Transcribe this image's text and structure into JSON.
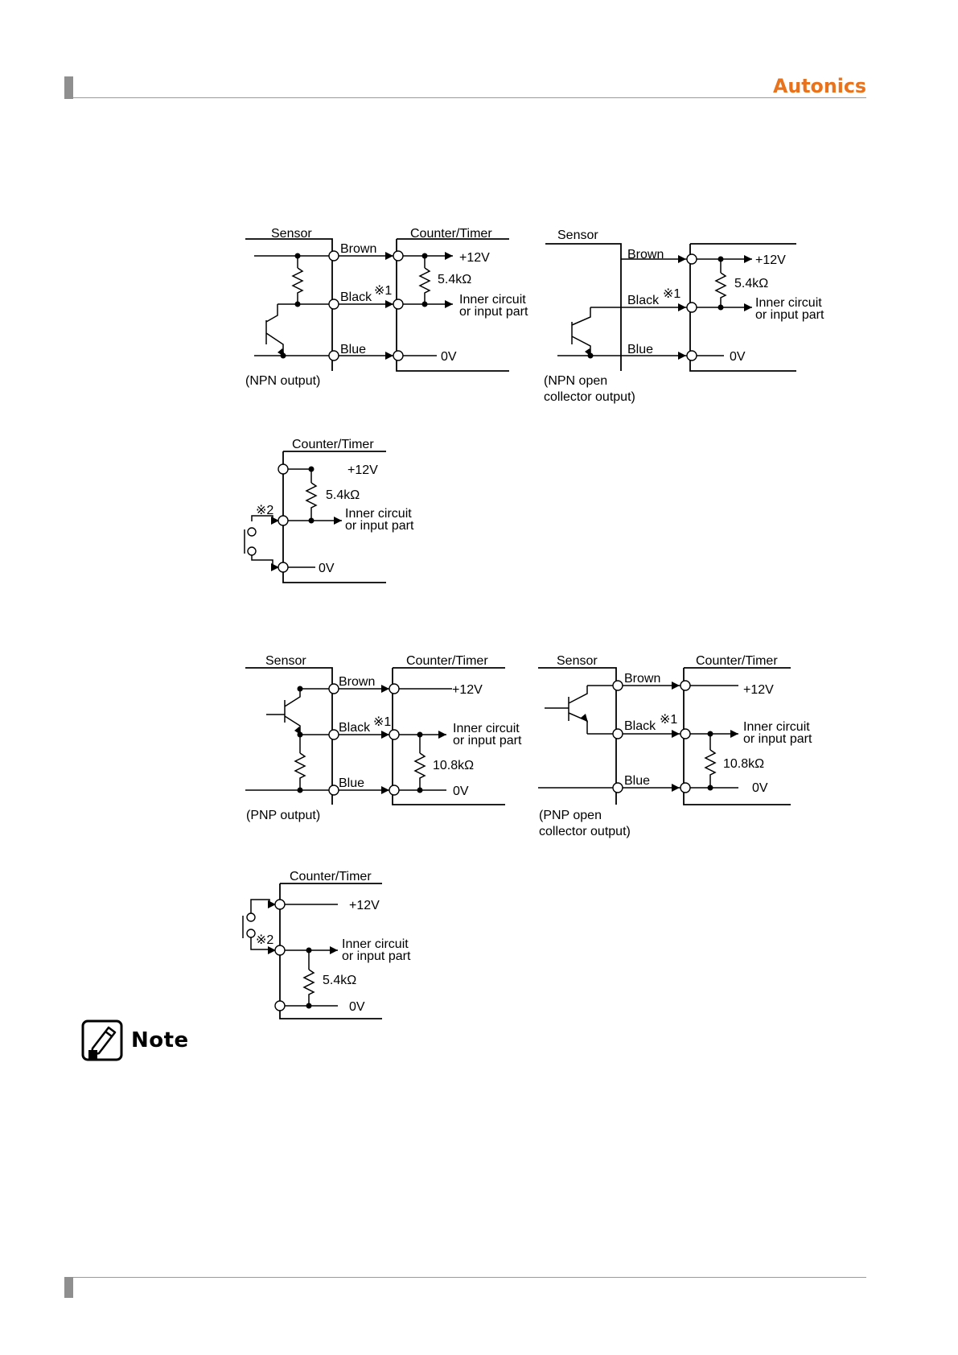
{
  "header": {
    "brand": "Autonics",
    "brand_color": "#e8731c",
    "rule_color": "#9a9a9a"
  },
  "diagrams": {
    "npn": {
      "sensor": "Sensor",
      "counter": "Counter/Timer",
      "brown": "Brown",
      "black": "Black",
      "blue": "Blue",
      "note1": "※1",
      "v12": "+12V",
      "r": "5.4kΩ",
      "inner1": "Inner circuit",
      "inner2": "or input part",
      "v0": "0V",
      "caption": "(NPN output)"
    },
    "npn_oc": {
      "sensor": "Sensor",
      "brown": "Brown",
      "black": "Black",
      "blue": "Blue",
      "note1": "※1",
      "v12": "+12V",
      "r": "5.4kΩ",
      "inner1": "Inner circuit",
      "inner2": "or input part",
      "v0": "0V",
      "caption1": "(NPN open",
      "caption2": "collector output)"
    },
    "contact_npn": {
      "counter": "Counter/Timer",
      "v12": "+12V",
      "r": "5.4kΩ",
      "note2": "※2",
      "inner1": "Inner circuit",
      "inner2": "or input part",
      "v0": "0V"
    },
    "pnp": {
      "sensor": "Sensor",
      "counter": "Counter/Timer",
      "brown": "Brown",
      "black": "Black",
      "blue": "Blue",
      "note1": "※1",
      "v12": "+12V",
      "inner1": "Inner circuit",
      "inner2": "or input part",
      "r": "10.8kΩ",
      "v0": "0V",
      "caption": "(PNP output)"
    },
    "pnp_oc": {
      "sensor": "Sensor",
      "counter": "Counter/Timer",
      "brown": "Brown",
      "black": "Black",
      "blue": "Blue",
      "note1": "※1",
      "v12": "+12V",
      "inner1": "Inner circuit",
      "inner2": "or input part",
      "r": "10.8kΩ",
      "v0": "0V",
      "caption1": "(PNP open",
      "caption2": "collector output)"
    },
    "contact_pnp": {
      "counter": "Counter/Timer",
      "v12": "+12V",
      "note2": "※2",
      "inner1": "Inner circuit",
      "inner2": "or input part",
      "r": "5.4kΩ",
      "v0": "0V"
    }
  },
  "note": {
    "label": "Note",
    "icon": "note-pencil-icon"
  }
}
